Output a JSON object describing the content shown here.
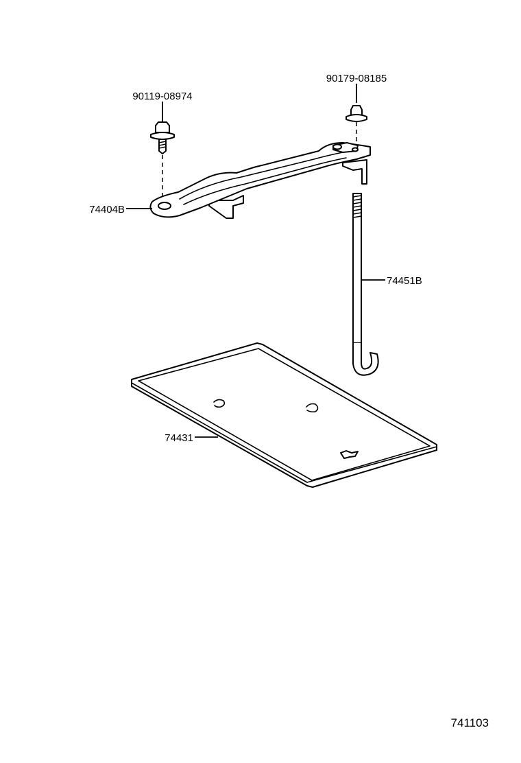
{
  "diagram": {
    "parts": [
      {
        "id": "bolt",
        "number": "90119-08974"
      },
      {
        "id": "nut",
        "number": "90179-08185"
      },
      {
        "id": "clamp",
        "number": "74404B"
      },
      {
        "id": "rod",
        "number": "74451B"
      },
      {
        "id": "tray",
        "number": "74431"
      }
    ],
    "figure_number": "741103"
  }
}
